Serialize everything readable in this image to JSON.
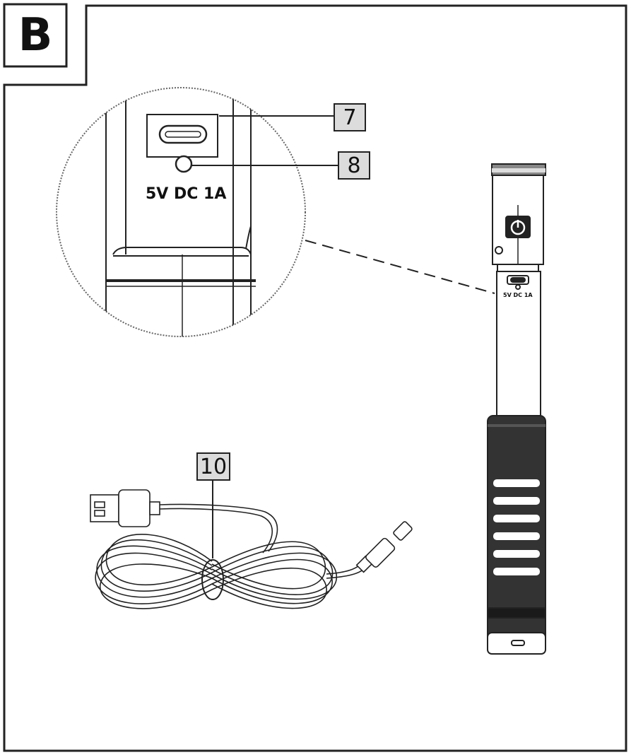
{
  "panel": {
    "letter": "B"
  },
  "callouts": [
    {
      "id": "7",
      "label": "7",
      "target": "usb-c-port"
    },
    {
      "id": "8",
      "label": "8",
      "target": "charge-indicator-led"
    },
    {
      "id": "10",
      "label": "10",
      "target": "usb-charging-cable"
    }
  ],
  "magnifier": {
    "port_text": "5V DC 1A"
  },
  "flashlight": {
    "port_text": "5V DC 1A"
  },
  "colors": {
    "line": "#222222",
    "label_bg": "#dcdcdc",
    "grip": "#333333",
    "background": "#ffffff"
  }
}
